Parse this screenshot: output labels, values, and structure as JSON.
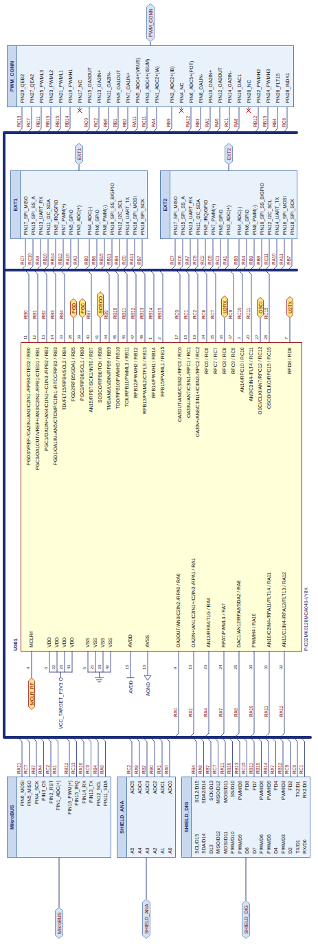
{
  "diagram": {
    "nodes": [
      {
        "text": [
          "MikroBUS"
        ]
      },
      {
        "text": [
          "MikroBUS",
          "PIN6_MOSI",
          "PIN5_MISO",
          "PIN4_SCK",
          "PIN3_CS",
          "PIN2_RST",
          "PIN1_ADC(+)",
          "PIN16_PWM(+)",
          "PIN15_IRQ",
          "PIN14_RX",
          "PIN13_TX",
          "PIN12_SCL",
          "PIN11_SDA"
        ]
      },
      {
        "text": [
          "SHIELD_ANA"
        ]
      },
      {
        "text": [
          "SHIELD_ANA",
          "A5",
          "ADC5",
          "A4",
          "ADC4",
          "A3",
          "ADC3",
          "A2",
          "ADC2",
          "A1",
          "ADC1",
          "A0",
          "ADC0"
        ]
      },
      {
        "text": [
          "SHIELD_DIG"
        ]
      },
      {
        "text": [
          "SHIELD_DIG",
          "SCL/D15",
          "SCL2/D15",
          "SDA/D14",
          "SDA2/D14",
          "D13",
          "SCK/D13",
          "MISO/D12",
          "MISO/D12",
          "MOSI/D11",
          "MOSI/D11",
          "PWM/D10",
          "SS/D10",
          "PWM/D9",
          "PWM/D9",
          "D8",
          "PD8",
          "D7",
          "PD7",
          "PWM/D6",
          "PWM/D6",
          "PWM/D5",
          "PWM/D5",
          "D4",
          "PD4",
          "PWM/D3",
          "PWM/D3",
          "D2",
          "PD2",
          "TX/D1",
          "TX2/D1",
          "RX/D0",
          "RX2/D0"
        ]
      },
      {
        "text": [
          "MCLR_RF"
        ]
      },
      {
        "text": [
          "U301",
          "MCLR#",
          "VDD",
          "VDD",
          "VDD",
          "VDD",
          "VSS",
          "VSS",
          "VSS",
          "VSS",
          "AVDD",
          "AVSS",
          "OA2OUT/AN0/C2IN2-/RPA0 / RA0",
          "OA2IN+/AN1/C2IN1+/C2IN3-/RPA1 / RA1",
          "AN13/RPA4/T1G / RA4",
          "RPA7/PWML4 / RA7",
          "DAC1/AN12/RPA8/SDA2 / RA8",
          "PWMH4 / RA10",
          "AN10/C2IN4-/RPA11/FLT14 / RA11",
          "AN11/C1IN4-/RPA12/FLT13 / RA12",
          "PGD3/VREF-/OA2IN-/AN2/C2IN1-/RPB0/CTED2 / RB0",
          "PGC3/OA1OUT/VREF+/AN3/C2IN2-/RPB1/CTED1 / RB1",
          "PGC1/OA1IN+/AN4/C1IN1+/C1IN3-/RPB2 / RB2",
          "PGD1/OA1IN-/AN5/CTCMP/C1IN1-/RTCC/RPB3 / RB3",
          "TDI/FLT15/RPB4/SCL2 / RB4",
          "PGD2/RPB5/SDA1 / RB5",
          "PGC2/RPB6/SCL1 / RB6",
          "AN15/RPB7/SCK1/INT0 / RB7",
          "SOSCO/RPB8/TCK / RB8",
          "TMS/AN6/LVDIN/RPB9 / RB9",
          "TDO/RPB10/PWMH3 / RB10",
          "TCK/RPB11/PWML3 / RB11",
          "RPB12/PWMH2 / RB12",
          "RPB13/PWML2/CTPLS / RB13",
          "RPB14/PWMH1 / RB14",
          "RPB15/PWML1 / RB15",
          "OA3OUT/AN6/C3IN2-/RPC0 / RC0",
          "OA3IN-/AN7/C3IN1-/RPC1 / RC1",
          "OA3IN+/AN8/C3IN1+/C3IN3-/RPC2 / RC2",
          "RPC6 / RC6",
          "RPC7 / RC7",
          "RPC8 / RC8",
          "RPC9 / RC9",
          "AN14/RPC10 / RC10",
          "AN9/C3IN4-/FLT4 / RC11",
          "OSCI/CLKI/AN7/RPC12 / RC12",
          "OSCO/CLKO/RPC15 / RC15",
          "RPD8 / RD8",
          "PIC32MK0128MCA048-I/Y8X"
        ]
      },
      {
        "text": [
          "PGD"
        ]
      },
      {
        "text": [
          "PGC"
        ]
      },
      {
        "text": [
          "SOSCO"
        ]
      },
      {
        "text": [
          "U2RX"
        ]
      },
      {
        "text": [
          "OSCI"
        ]
      },
      {
        "text": [
          "U2TX"
        ]
      },
      {
        "text": [
          "EXT1",
          "PIN17_SPI_MISO",
          "PIN15_SPI_SS_A",
          "PIN13_UART_RX",
          "PIN11_I2C_SDA",
          "PIN9_IRQ/GPIO",
          "PIN7_PWM(+)",
          "PIN5_GPIO",
          "PIN3_ADC(+)",
          "PIN4_ADC(-)",
          "PIN6_GPIO",
          "PIN8_PWM(-)",
          "PIN10_SPI_SS_B/GPIO",
          "PIN12_I2C_SCL",
          "PIN14_UART_TX",
          "PIN16_SPI_MOSI",
          "PIN18_SPI_SCK"
        ]
      },
      {
        "text": [
          "EXT1"
        ]
      },
      {
        "text": [
          "EXT2",
          "PIN17_SPI_MISO",
          "PIN15_SPI_SS_A",
          "PIN13_UART_RX",
          "PIN11_I2C_SDA",
          "PIN9_IRQ/GPIO",
          "PIN7_PWM(+)",
          "PIN5_GPIO",
          "PIN3_ADC(+)",
          "PIN4_ADC(-)",
          "PIN6_GPIO",
          "PIN8_PWM(-)",
          "PIN10_SPI_SS_B/GPIO",
          "PIN12_I2C_SCL",
          "PIN14_UART_TX",
          "PIN16_SPI_MOSI",
          "PIN18_SPI_SCK"
        ]
      },
      {
        "text": [
          "EXT2"
        ]
      },
      {
        "text": [
          "PWM_CONN",
          "PIN29_QEB2",
          "PIN27_QEA2",
          "PIN25_PWML3",
          "PIN23_PWML2",
          "PIN21_PWML1",
          "PIN19_PWMH1",
          "PIN17_NC",
          "PIN15_OA3OUT",
          "PIN13_OA3IN+",
          "PIN11_OA2IN-",
          "PIN9_OA1OUT",
          "PIN7_OA1IN+",
          "PIN5_ADC4+(VBUS)",
          "PIN3_ADC4+(ISUM)",
          "PIN1_ADC2+(IA)",
          "PIN2_ADC2+(IB)",
          "PIN4_NC",
          "PIN6_ADC5+(POT)",
          "PIN8_OA1IN-",
          "PIN10_OA2IN+",
          "PIN12_OA2OUT",
          "PIN14_OA3IN-",
          "PIN16_DAC1",
          "PIN20_NC",
          "PIN22_PWMH2",
          "PIN24_PWMH3",
          "PIN26_FLT15",
          "PIN28_INDX1"
        ]
      },
      {
        "text": [
          "PWM_CONN"
        ]
      }
    ],
    "edges": [
      {
        "from": 0,
        "to": 1,
        "arrow": "none"
      },
      {
        "from": 2,
        "to": 3,
        "arrow": "none"
      },
      {
        "from": 4,
        "to": 5,
        "arrow": "none"
      },
      {
        "from": 7,
        "to": 6,
        "arrow": "none"
      },
      {
        "from": 7,
        "to": 8,
        "arrow": "none"
      },
      {
        "from": 7,
        "to": 9,
        "arrow": "none"
      },
      {
        "from": 7,
        "to": 10,
        "arrow": "none"
      },
      {
        "from": 7,
        "to": 11,
        "arrow": "none"
      },
      {
        "from": 7,
        "to": 12,
        "arrow": "none"
      },
      {
        "from": 7,
        "to": 13,
        "arrow": "none"
      },
      {
        "from": 14,
        "to": 15,
        "arrow": "none"
      },
      {
        "from": 16,
        "to": 17,
        "arrow": "none"
      },
      {
        "from": 18,
        "to": 19,
        "arrow": "none"
      }
    ],
    "labels": [
      "RA11",
      "RC7",
      "RB7",
      "RA4",
      "RC2",
      "RA1",
      "RB12",
      "RC13",
      "RA10",
      "RC0",
      "RB4",
      "RA8",
      "RC2",
      "RA8",
      "RB2",
      "RB0",
      "RA1",
      "RA0",
      "RB4",
      "RA8",
      "RB7",
      "RC7",
      "RA11",
      "RB10",
      "RB13",
      "RC15",
      "RB11",
      "RB15",
      "RB14",
      "RA7",
      "RB12",
      "RC9",
      "RC0",
      "RC1",
      "4",
      "6",
      "22",
      "26",
      "43",
      "5",
      "21",
      "29",
      "42",
      "15",
      "16",
      "9",
      "10",
      "23",
      "24",
      "25",
      "30",
      "31",
      "32",
      "VCC_TARGET_P3V3",
      "AVDD",
      "AGND",
      "RA0",
      "RA1",
      "RA4",
      "RA7",
      "RA8",
      "RA10",
      "RA11",
      "RA12",
      "11",
      "12",
      "13",
      "14",
      "33",
      "38",
      "39",
      "40",
      "41",
      "44",
      "45",
      "46",
      "47",
      "48",
      "1",
      "2",
      "17",
      "18",
      "19",
      "34",
      "35",
      "36",
      "37",
      "3",
      "20",
      "27",
      "28",
      "7",
      "RB0",
      "RB1",
      "RB2",
      "RB3",
      "RB4",
      "RB7",
      "RB9",
      "RB10",
      "RB11",
      "RB12",
      "RB13",
      "RB14",
      "RB15",
      "RC0",
      "RC1",
      "RC2",
      "RC6",
      "RC7",
      "RC9",
      "RC10",
      "RC11",
      "RC15",
      "RC7",
      "RC10",
      "RA8",
      "RB10",
      "RB14",
      "RB12",
      "RA10",
      "RA0",
      "RB0",
      "RB6",
      "RB15",
      "RB11",
      "RB4",
      "RC0",
      "RA11",
      "RB7",
      "RC7",
      "RC6",
      "RA7",
      "RC9",
      "RC2",
      "RC8",
      "RC1",
      "RA1",
      "RB3",
      "RA4",
      "RB9",
      "RB8",
      "RC11",
      "RA10",
      "RA11",
      "RB7",
      "RC13",
      "RC7",
      "RB11",
      "RB13",
      "RB15",
      "RB14",
      "RC0",
      "RC2",
      "RB0",
      "RB1",
      "RB2",
      "RA11",
      "RC11",
      "RA4",
      "RB9",
      "RA12",
      "RB3",
      "RA1",
      "RA0",
      "RC1",
      "RA8",
      "RB12",
      "RB10",
      "RB4",
      "RC6"
    ]
  }
}
